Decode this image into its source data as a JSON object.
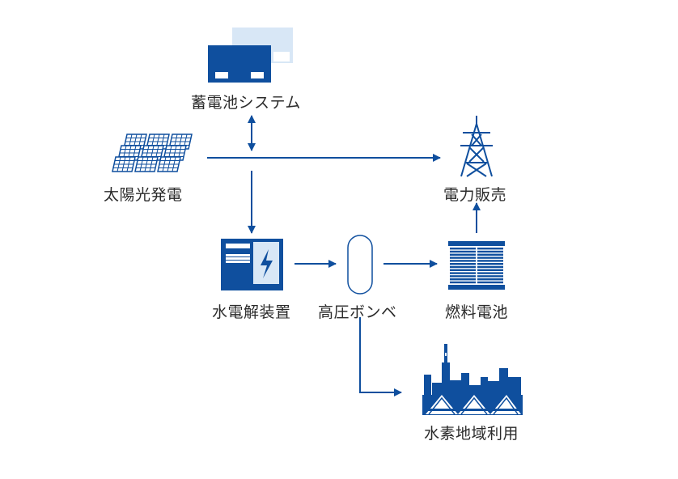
{
  "diagram": {
    "nodes": {
      "battery": {
        "label": "蓄電池システム",
        "icon": "battery-system-icon"
      },
      "solar": {
        "label": "太陽光発電",
        "icon": "solar-panel-icon"
      },
      "grid": {
        "label": "電力販売",
        "icon": "power-tower-icon"
      },
      "electrolyzer": {
        "label": "水電解装置",
        "icon": "electrolyzer-icon"
      },
      "cylinder": {
        "label": "高圧ボンベ",
        "icon": "gas-cylinder-icon"
      },
      "fuelcell": {
        "label": "燃料電池",
        "icon": "fuel-cell-icon"
      },
      "city": {
        "label": "水素地域利用",
        "icon": "city-skyline-icon"
      }
    },
    "edges": [
      {
        "from": "battery",
        "to": "solar-line",
        "direction": "both"
      },
      {
        "from": "solar",
        "to": "grid"
      },
      {
        "from": "solar",
        "to": "electrolyzer"
      },
      {
        "from": "electrolyzer",
        "to": "cylinder"
      },
      {
        "from": "cylinder",
        "to": "fuelcell"
      },
      {
        "from": "fuelcell",
        "to": "grid"
      },
      {
        "from": "cylinder",
        "to": "city"
      }
    ],
    "colors": {
      "primary": "#0f4f9e",
      "light": "#d8e7f6",
      "outline": "#0f4f9e",
      "text": "#2b2b2b"
    }
  }
}
